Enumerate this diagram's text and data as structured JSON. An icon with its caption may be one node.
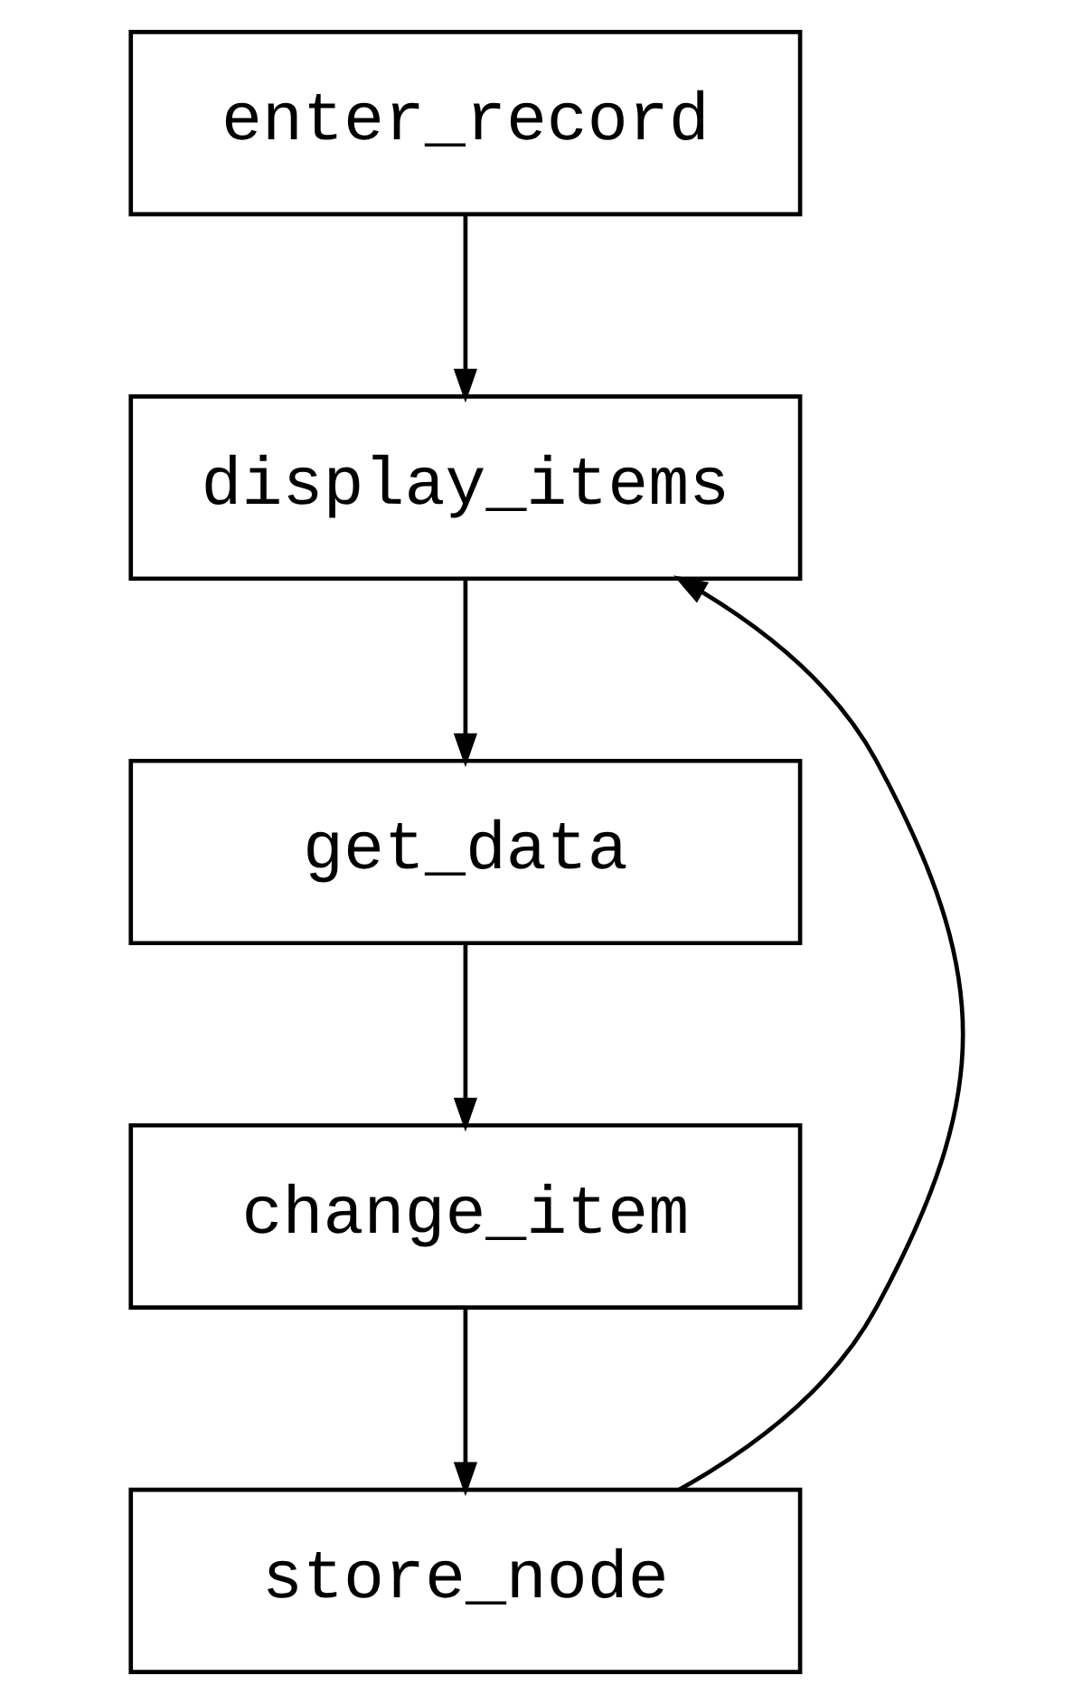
{
  "diagram": {
    "nodes": [
      {
        "text": [
          "enter_record"
        ]
      },
      {
        "text": [
          "display_items"
        ]
      },
      {
        "text": [
          "get_data"
        ]
      },
      {
        "text": [
          "change_item"
        ]
      },
      {
        "text": [
          "store_node"
        ]
      }
    ],
    "edges": [
      {
        "from": 0,
        "to": 1,
        "arrow": "to"
      },
      {
        "from": 1,
        "to": 2,
        "arrow": "to"
      },
      {
        "from": 2,
        "to": 3,
        "arrow": "to"
      },
      {
        "from": 3,
        "to": 4,
        "arrow": "to"
      },
      {
        "from": 4,
        "to": 1,
        "arrow": "to"
      }
    ]
  }
}
